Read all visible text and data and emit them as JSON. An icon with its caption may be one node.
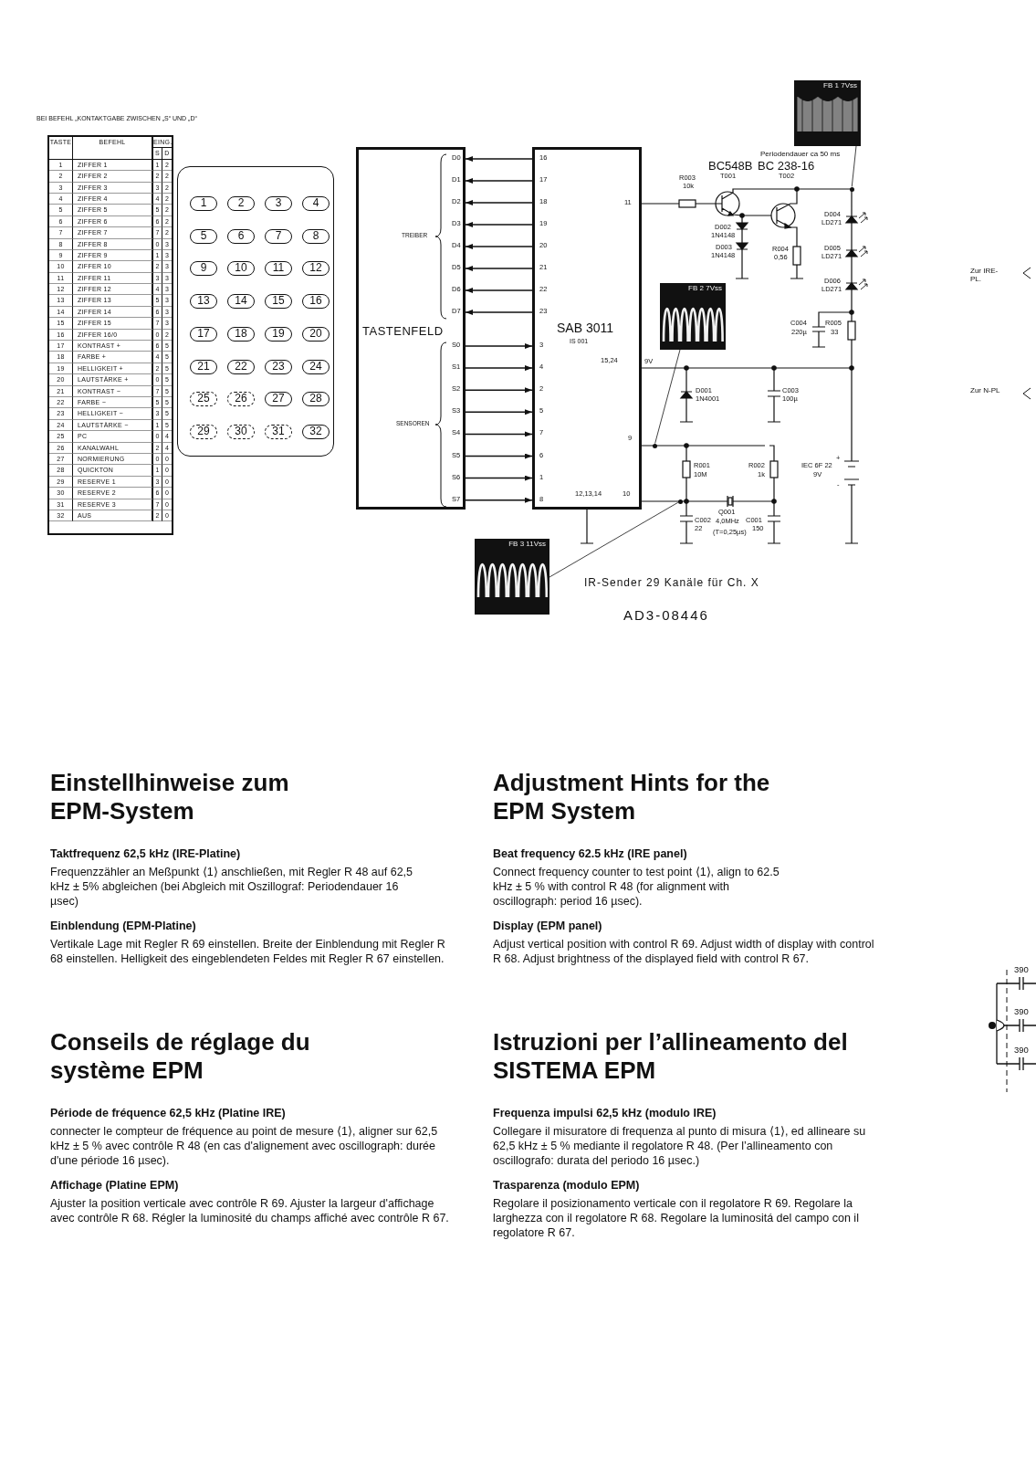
{
  "diagram": {
    "nodes": [
      {
        "text": [],
        "shape": "box"
      },
      {
        "text": [
          "1"
        ],
        "in": 0
      },
      {
        "text": [
          "2"
        ],
        "in": 0
      },
      {
        "text": [
          "3"
        ],
        "in": 0
      },
      {
        "text": [
          "4"
        ],
        "in": 0
      },
      {
        "text": [
          "5"
        ],
        "in": 0
      },
      {
        "text": [
          "6"
        ],
        "in": 0
      },
      {
        "text": [
          "7"
        ],
        "in": 0
      },
      {
        "text": [
          "8"
        ],
        "in": 0
      },
      {
        "text": [
          "9"
        ],
        "in": 0
      },
      {
        "text": [
          "10"
        ],
        "in": 0
      },
      {
        "text": [
          "11"
        ],
        "in": 0
      },
      {
        "text": [
          "12"
        ],
        "in": 0
      },
      {
        "text": [
          "13"
        ],
        "in": 0
      },
      {
        "text": [
          "14"
        ],
        "in": 0
      },
      {
        "text": [
          "15"
        ],
        "in": 0
      },
      {
        "text": [
          "16"
        ],
        "in": 0
      },
      {
        "text": [
          "17"
        ],
        "in": 0
      },
      {
        "text": [
          "18"
        ],
        "in": 0
      },
      {
        "text": [
          "19"
        ],
        "in": 0
      },
      {
        "text": [
          "20"
        ],
        "in": 0
      },
      {
        "text": [
          "21"
        ],
        "in": 0
      },
      {
        "text": [
          "22"
        ],
        "in": 0
      },
      {
        "text": [
          "23"
        ],
        "in": 0
      },
      {
        "text": [
          "24"
        ],
        "in": 0
      },
      {
        "text": [
          "25"
        ],
        "in": 0
      },
      {
        "text": [
          "26"
        ],
        "in": 0
      },
      {
        "text": [
          "27"
        ],
        "in": 0
      },
      {
        "text": [
          "28"
        ],
        "in": 0
      },
      {
        "text": [
          "29"
        ],
        "in": 0
      },
      {
        "text": [
          "30"
        ],
        "in": 0
      },
      {
        "text": [
          "31"
        ],
        "in": 0
      },
      {
        "text": [
          "32"
        ],
        "in": 0
      },
      {
        "text": [
          "TASTENFELD",
          "TREIBER",
          "SENSOREN",
          "D0",
          "D1",
          "D2",
          "D3",
          "D4",
          "D5",
          "D6",
          "D7",
          "S0",
          "S1",
          "S2",
          "S3",
          "S4",
          "S5",
          "S6",
          "S7"
        ]
      },
      {
        "text": [
          "SAB 3011",
          "IS 001",
          "16",
          "17",
          "18",
          "19",
          "20",
          "21",
          "22",
          "23",
          "3",
          "4",
          "2",
          "5",
          "7",
          "6",
          "1",
          "8",
          "11",
          "15,24",
          "9",
          "10",
          "12,13,14"
        ]
      },
      {
        "text": [
          "FB 1 7Vss"
        ],
        "beside": [
          "Periodendauer ca 50 ms"
        ]
      },
      {
        "text": [
          "FB 2 7Vss"
        ]
      },
      {
        "text": [
          "FB 3 11Vss"
        ]
      },
      {
        "text": [],
        "shape": "circle"
      },
      {
        "text": [],
        "shape": "circle"
      },
      {
        "text": [],
        "shape": "circle"
      }
    ],
    "edges": [
      {
        "from": 34,
        "to": 33,
        "arrow": "to"
      },
      {
        "from": 34,
        "to": 33,
        "arrow": "to"
      },
      {
        "from": 34,
        "to": 33,
        "arrow": "to"
      },
      {
        "from": 34,
        "to": 33,
        "arrow": "to"
      },
      {
        "from": 34,
        "to": 33,
        "arrow": "to"
      },
      {
        "from": 34,
        "to": 33,
        "arrow": "to"
      },
      {
        "from": 34,
        "to": 33,
        "arrow": "to"
      },
      {
        "from": 34,
        "to": 33,
        "arrow": "to"
      },
      {
        "from": 33,
        "to": 34,
        "arrow": "to"
      },
      {
        "from": 33,
        "to": 34,
        "arrow": "to"
      },
      {
        "from": 33,
        "to": 34,
        "arrow": "to"
      },
      {
        "from": 33,
        "to": 34,
        "arrow": "to"
      },
      {
        "from": 33,
        "to": 34,
        "arrow": "to"
      },
      {
        "from": 33,
        "to": 34,
        "arrow": "to"
      },
      {
        "from": 33,
        "to": 34,
        "arrow": "to"
      },
      {
        "from": 33,
        "to": 34,
        "arrow": "to"
      },
      {
        "from": 35,
        "to": 38,
        "arrow": "none"
      },
      {
        "from": 36,
        "to": 39,
        "arrow": "none"
      },
      {
        "from": 37,
        "to": 40,
        "arrow": "none"
      }
    ],
    "labels": [
      "BEI BEFEHL „KONTAKTGABE ZWISCHEN „S“ UND „D“",
      "TASTE",
      "BEFEHL",
      "EING.",
      "S",
      "D",
      "1",
      "ZIFFER 1",
      "1",
      "2",
      "2",
      "ZIFFER 2",
      "2",
      "2",
      "3",
      "ZIFFER 3",
      "3",
      "2",
      "4",
      "ZIFFER 4",
      "4",
      "2",
      "5",
      "ZIFFER 5",
      "5",
      "2",
      "6",
      "ZIFFER 6",
      "6",
      "2",
      "7",
      "ZIFFER 7",
      "7",
      "2",
      "8",
      "ZIFFER 8",
      "0",
      "3",
      "9",
      "ZIFFER 9",
      "1",
      "3",
      "10",
      "ZIFFER 10",
      "2",
      "3",
      "11",
      "ZIFFER 11",
      "3",
      "3",
      "12",
      "ZIFFER 12",
      "4",
      "3",
      "13",
      "ZIFFER 13",
      "5",
      "3",
      "14",
      "ZIFFER 14",
      "6",
      "3",
      "15",
      "ZIFFER 15",
      "7",
      "3",
      "16",
      "ZIFFER 16/0",
      "0",
      "2",
      "17",
      "KONTRAST +",
      "6",
      "5",
      "18",
      "FARBE +",
      "4",
      "5",
      "19",
      "HELLIGKEIT +",
      "2",
      "5",
      "20",
      "LAUTSTÄRKE +",
      "0",
      "5",
      "21",
      "KONTRAST −",
      "7",
      "5",
      "22",
      "FARBE −",
      "5",
      "5",
      "23",
      "HELLIGKEIT −",
      "3",
      "5",
      "24",
      "LAUTSTÄRKE −",
      "1",
      "5",
      "25",
      "PC",
      "0",
      "4",
      "26",
      "KANALWAHL",
      "2",
      "4",
      "27",
      "NORMIERUNG",
      "0",
      "0",
      "28",
      "QUICKTON",
      "1",
      "0",
      "29",
      "RESERVE 1",
      "3",
      "0",
      "30",
      "RESERVE 2",
      "6",
      "0",
      "31",
      "RESERVE 3",
      "7",
      "0",
      "32",
      "AUS",
      "2",
      "0",
      "R003",
      "10k",
      "T001",
      "BC548B",
      "BC 238-16",
      "T002",
      "D002",
      "1N4148",
      "D003",
      "1N4148",
      "R004",
      "0,56",
      "D004",
      "LD271",
      "D005",
      "LD271",
      "D006",
      "LD271",
      "C004",
      "220µ",
      "R005",
      "33",
      "9V",
      "D001",
      "1N4001",
      "C003",
      "100µ",
      "R001",
      "10M",
      "R002",
      "1k",
      "C001",
      "150",
      "C002",
      "22",
      "Q001",
      "4,0MHz",
      "(T=0,25µs)",
      "IEC 6F 22",
      "9V",
      "+",
      "-",
      "IR-Sender 29 Kanäle für Ch. X",
      "AD3-08446",
      "Zur IRE-PL.",
      "Zur N-PL",
      "390",
      "390",
      "390",
      "Einstellhinweise zum EPM-System",
      "Taktfrequenz 62,5 kHz (IRE-Platine)",
      "Frequenzzähler an Meßpunkt ⟨1⟩ anschließen, mit Regler R 48 auf 62,5 kHz ± 5% abgleichen (bei Abgleich mit Oszillograf: Periodendauer 16 µsec)",
      "Einblendung (EPM-Platine)",
      "Vertikale Lage mit Regler R 69 einstellen. Breite der Einblendung mit Regler R 68 einstellen. Helligkeit des eingeblendeten Feldes mit Regler R 67 einstellen.",
      "Adjustment Hints for the EPM System",
      "Beat frequency 62.5 kHz (IRE panel)",
      "Connect frequency counter to test point ⟨1⟩, align to 62.5 kHz ± 5 % with control R 48 (for alignment with oscillograph: period 16 µsec).",
      "Display (EPM panel)",
      "Adjust vertical position with control R 69. Adjust width of display with control R 68. Adjust brightness of the displayed field with control R 67.",
      "Conseils de réglage du système EPM",
      "Période de fréquence 62,5 kHz (Platine IRE)",
      "connecter le compteur de fréquence au point de mesure ⟨1⟩, aligner sur 62,5 kHz ± 5 % avec contrôle R 48 (en cas d'alignement avec oscillograph: durée d'une période 16 µsec).",
      "Affichage (Platine EPM)",
      "Ajuster la position verticale avec contrôle R 69. Ajuster la largeur d'affichage avec contrôle R 68. Régler la luminosité du champs affiché avec contrôle R 67.",
      "Istruzioni per l’allineamento del SISTEMA EPM",
      "Frequenza impulsi 62,5 kHz (modulo IRE)",
      "Collegare il misuratore di frequenza al punto di misura ⟨1⟩, ed allineare su 62,5 kHz ± 5 % mediante il regolatore R 48. (Per l’allineamento con oscillografo: durata del periodo 16 µsec.)",
      "Trasparenza (modulo EPM)",
      "Regolare il posizionamento verticale con il regolatore R 69. Regolare la larghezza con il regolatore R 68. Regolare la luminositá del campo con il regolatore R 67."
    ]
  }
}
